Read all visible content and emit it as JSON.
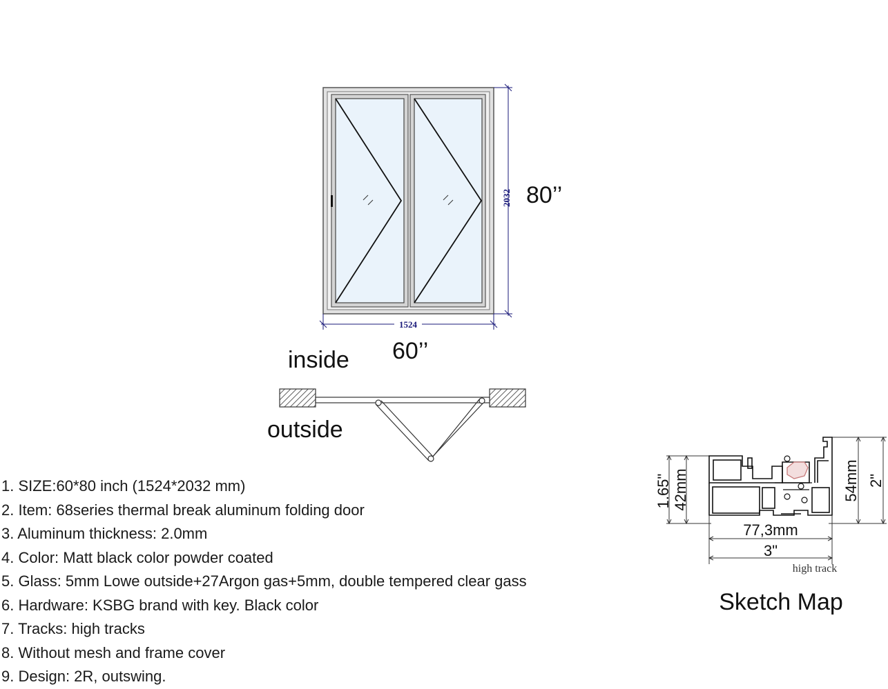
{
  "door": {
    "width_label": "1524",
    "height_label": "2032",
    "width_inch": "60’’",
    "height_inch": "80’’"
  },
  "plan": {
    "inside_label": "inside",
    "outside_label": "outside"
  },
  "sketch": {
    "dim_165": "1.65\"",
    "dim_42mm": "42mm",
    "dim_54mm": "54mm",
    "dim_2in": "2\"",
    "dim_773mm": "77,3mm",
    "dim_3in": "3\"",
    "track_label": "high track",
    "title": "Sketch Map"
  },
  "specs": [
    "1. SIZE:60*80 inch (1524*2032 mm)",
    "2. Item: 68series thermal break aluminum folding door",
    "3. Aluminum thickness: 2.0mm",
    "4. Color: Matt black color powder coated",
    "5. Glass: 5mm Lowe outside+27Argon gas+5mm, double tempered clear gass",
    "6. Hardware: KSBG brand with key. Black color",
    "7. Tracks: high tracks",
    "8. Without mesh and frame cover",
    "9. Design: 2R, outswing."
  ],
  "colors": {
    "glass": "#eaf3fb",
    "frame": "#d8d8d8",
    "dim_blue": "#1a1a7a",
    "seal": "#d9a3a3"
  }
}
